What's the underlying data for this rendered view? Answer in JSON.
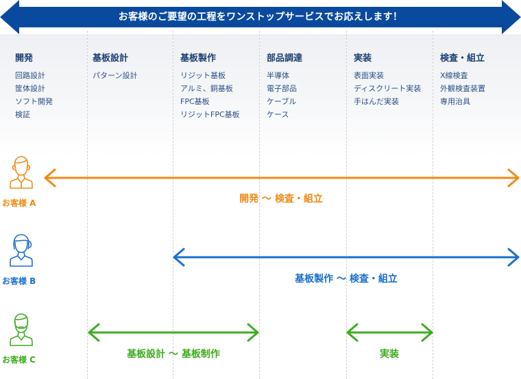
{
  "banner": {
    "text": "お客様のご要望の工程をワンストップサービスでお応えします！",
    "color": "#0a4a9e"
  },
  "columns": [
    {
      "title": "開発",
      "items": [
        "回路設計",
        "筐体設計",
        "ソフト開発",
        "検証"
      ]
    },
    {
      "title": "基板設計",
      "items": [
        "パターン設計"
      ]
    },
    {
      "title": "基板製作",
      "items": [
        "リジット基板",
        "アルミ、銅基板",
        "FPC基板",
        "リジットFPC基板"
      ]
    },
    {
      "title": "部品調達",
      "items": [
        "半導体",
        "電子部品",
        "ケーブル",
        "ケース"
      ]
    },
    {
      "title": "実装",
      "items": [
        "表面実装",
        "ディスクリート実装",
        "手はんだ実装"
      ]
    },
    {
      "title": "検査・組立",
      "items": [
        "X線検査",
        "外観検査装置",
        "専用治具"
      ]
    }
  ],
  "customers": [
    {
      "label": "お客様 A",
      "color": "#f08a14",
      "icon": "user-icon",
      "ranges": [
        {
          "label": "開発 〜 検査・組立"
        }
      ]
    },
    {
      "label": "お客様 B",
      "color": "#1a6fcc",
      "icon": "user-female-icon",
      "ranges": [
        {
          "label": "基板製作 〜 検査・組立"
        }
      ]
    },
    {
      "label": "お客様 C",
      "color": "#3cac1c",
      "icon": "user-beard-icon",
      "ranges": [
        {
          "label": "基板設計 〜 基板制作"
        },
        {
          "label": "実装"
        }
      ]
    }
  ]
}
